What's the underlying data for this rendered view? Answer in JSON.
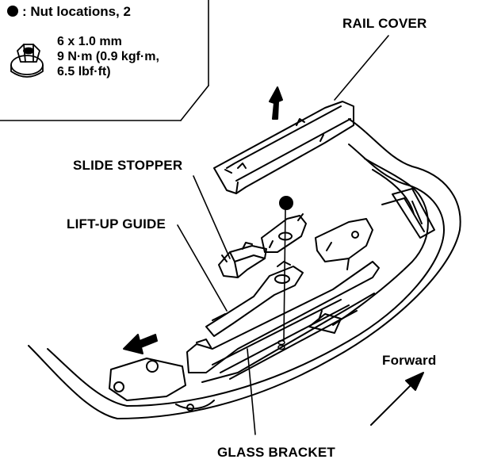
{
  "legend": {
    "bullet_text": ": Nut locations, 2",
    "spec": {
      "size": "6 x 1.0 mm",
      "torque": "9 N·m (0.9 kgf·m,",
      "torque_cont": "6.5 lbf·ft)"
    }
  },
  "labels": {
    "rail_cover": "RAIL COVER",
    "slide_stopper": "SLIDE STOPPER",
    "lift_up_guide": "LIFT-UP GUIDE",
    "forward": "Forward",
    "glass_bracket": "GLASS BRACKET"
  },
  "colors": {
    "ink": "#000000",
    "paper": "#ffffff"
  },
  "icons": [
    "nut-bullet-icon",
    "flange-nut-icon",
    "up-arrow-icon",
    "left-arrow-icon",
    "forward-arrow-icon"
  ]
}
